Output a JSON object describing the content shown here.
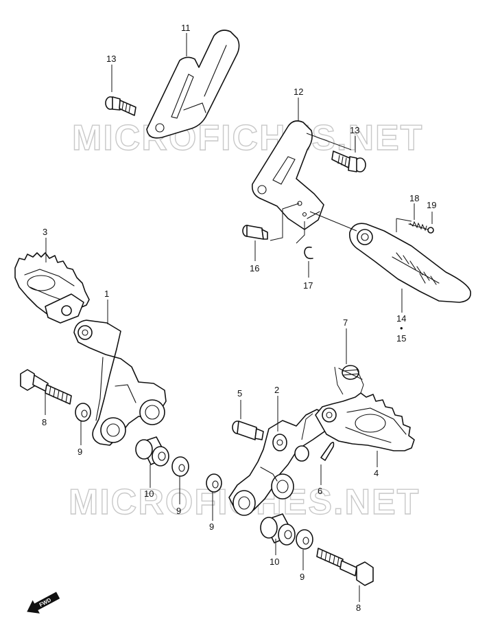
{
  "watermark": "MICROFICHES.NET",
  "direction_arrow": {
    "label": "FWD",
    "icon": "forward-arrow-icon"
  },
  "callouts": {
    "c1": "1",
    "c2": "2",
    "c3": "3",
    "c4": "4",
    "c5": "5",
    "c6": "6",
    "c7": "7",
    "c8a": "8",
    "c8b": "8",
    "c9a": "9",
    "c9b": "9",
    "c9c": "9",
    "c9d": "9",
    "c10a": "10",
    "c10b": "10",
    "c11": "11",
    "c12": "12",
    "c13a": "13",
    "c13b": "13",
    "c14": "14",
    "c14dot": "•",
    "c15": "15",
    "c16": "16",
    "c17": "17",
    "c18": "18",
    "c19": "19"
  },
  "colors": {
    "line": "#111111",
    "background": "#ffffff",
    "watermark": "#c8c8c8"
  }
}
